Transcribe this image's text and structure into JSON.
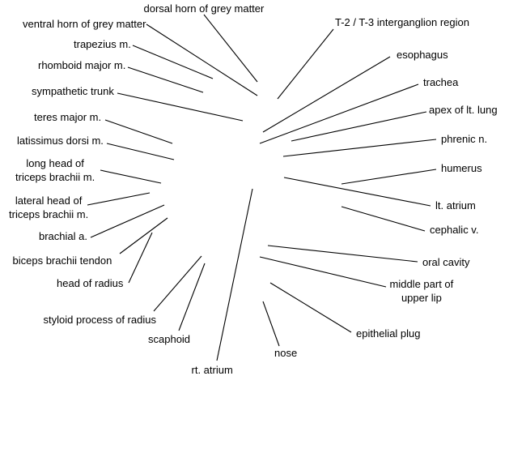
{
  "colors": {
    "text": "#000000",
    "line": "#000000",
    "background": "#ffffff"
  },
  "labels": [
    {
      "id": "dorsal-horn",
      "text": "dorsal horn of grey matter"
    },
    {
      "id": "ventral-horn",
      "text": "ventral horn of grey matter"
    },
    {
      "id": "t2-t3",
      "text": "T-2 / T-3 interganglion region"
    },
    {
      "id": "trapezius",
      "text": "trapezius m."
    },
    {
      "id": "esophagus",
      "text": "esophagus"
    },
    {
      "id": "rhomboid",
      "text": "rhomboid major m."
    },
    {
      "id": "trachea",
      "text": "trachea"
    },
    {
      "id": "sympathetic-trunk",
      "text": "sympathetic trunk"
    },
    {
      "id": "apex-lung",
      "text": "apex of lt. lung"
    },
    {
      "id": "teres-major",
      "text": "teres major m."
    },
    {
      "id": "phrenic",
      "text": "phrenic n."
    },
    {
      "id": "latissimus",
      "text": "latissimus dorsi m."
    },
    {
      "id": "long-head-triceps",
      "text": "long head of\ntriceps brachii m."
    },
    {
      "id": "humerus",
      "text": "humerus"
    },
    {
      "id": "lateral-head-triceps",
      "text": "lateral head of\ntriceps brachii m."
    },
    {
      "id": "lt-atrium",
      "text": "lt. atrium"
    },
    {
      "id": "cephalic",
      "text": "cephalic v."
    },
    {
      "id": "brachial-a",
      "text": "brachial a."
    },
    {
      "id": "biceps-tendon",
      "text": "biceps brachii tendon"
    },
    {
      "id": "oral-cavity",
      "text": "oral cavity"
    },
    {
      "id": "head-radius",
      "text": "head of radius"
    },
    {
      "id": "middle-lip",
      "text": "middle part of\nupper lip"
    },
    {
      "id": "styloid",
      "text": "styloid process of radius"
    },
    {
      "id": "epithelial-plug",
      "text": "epithelial plug"
    },
    {
      "id": "scaphoid",
      "text": "scaphoid"
    },
    {
      "id": "nose",
      "text": "nose"
    },
    {
      "id": "rt-atrium",
      "text": "rt. atrium"
    }
  ]
}
